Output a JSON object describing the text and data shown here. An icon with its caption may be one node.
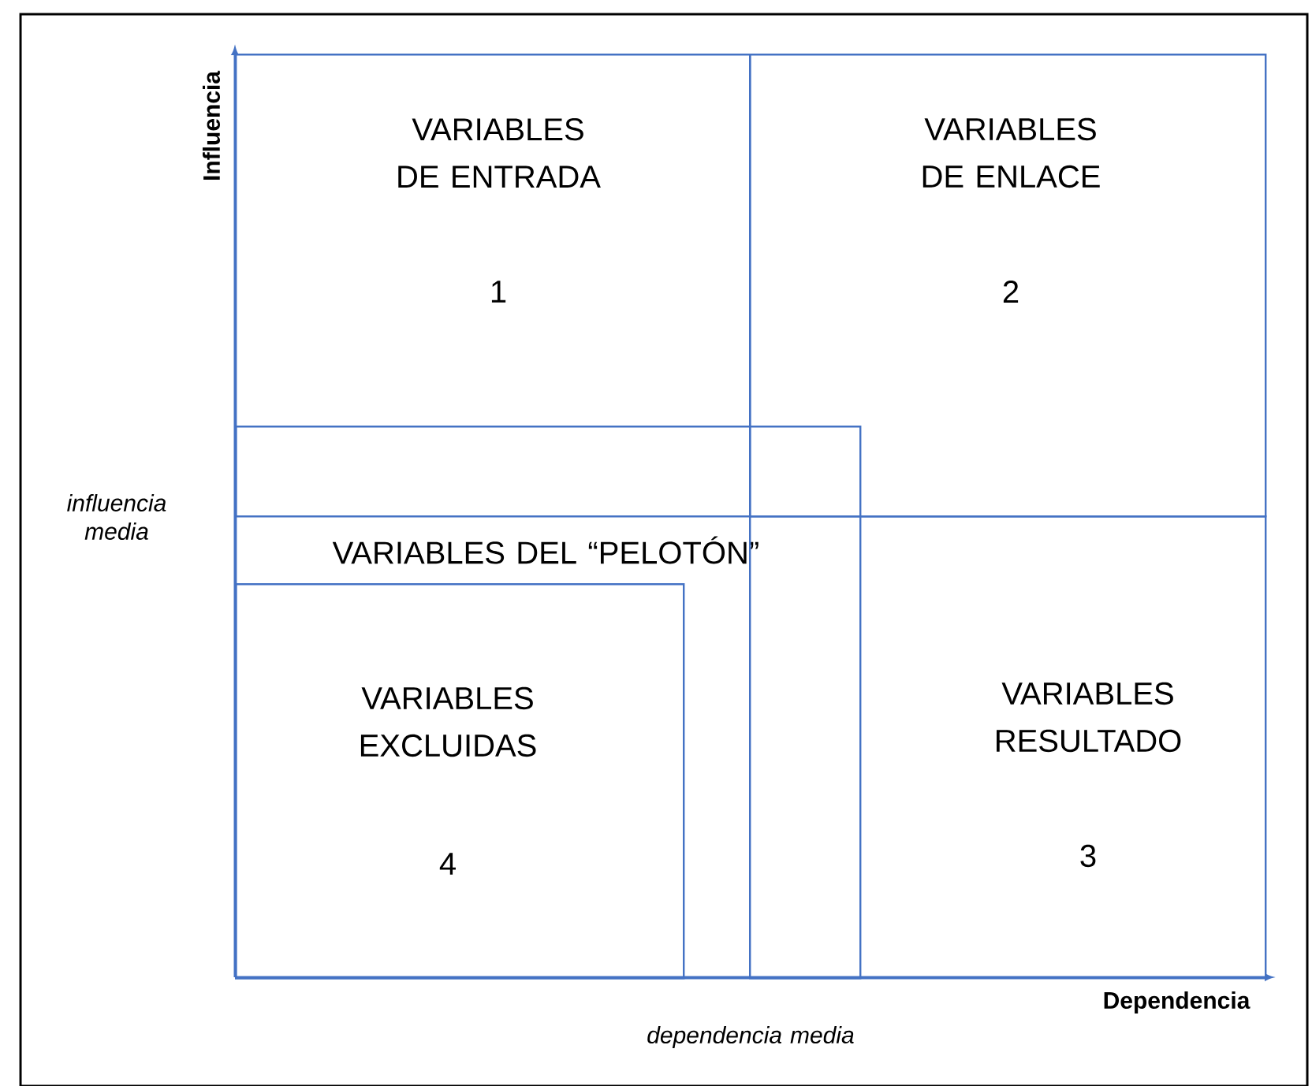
{
  "diagram": {
    "nodes": [
      {
        "text": [
          "VARIABLES DE ENTRADA",
          "1"
        ]
      },
      {
        "text": [
          "VARIABLES DE ENLACE",
          "2"
        ]
      },
      {
        "text": [
          "VARIABLES DEL “PELOTÓN”"
        ]
      },
      {
        "text": [
          "VARIABLES EXCLUIDAS",
          "4"
        ],
        "in": 2
      },
      {
        "text": [
          "VARIABLES RESULTADO",
          "3"
        ]
      }
    ],
    "labels": [
      "Influencia",
      "influencia media",
      "dependencia media",
      "Dependencia"
    ]
  }
}
